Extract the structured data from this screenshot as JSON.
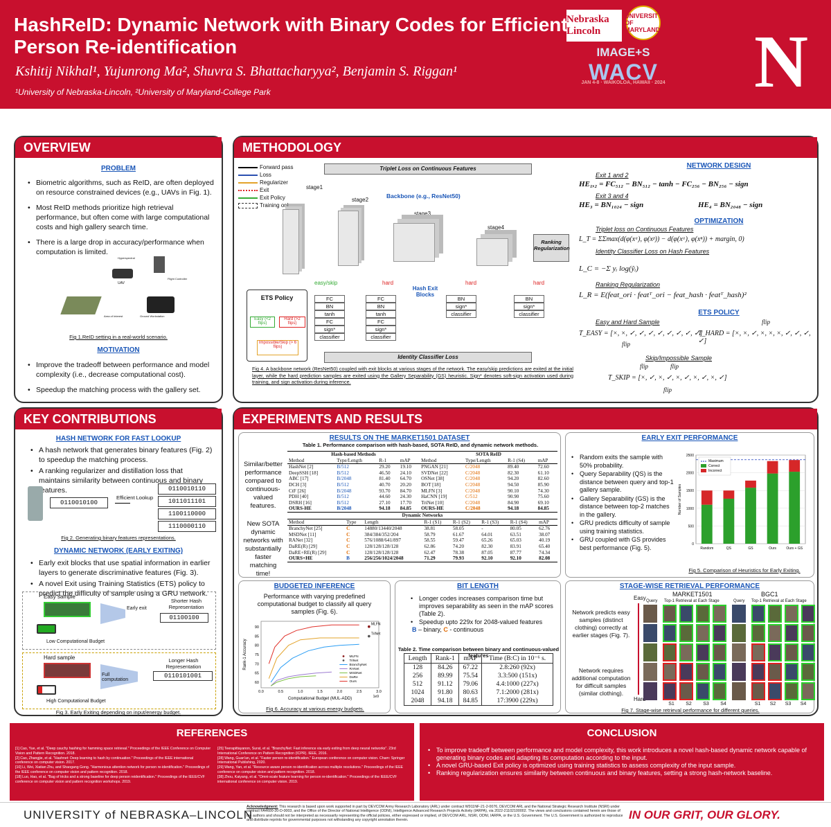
{
  "header": {
    "title": "HashReID: Dynamic Network with Binary Codes for Efficient Person Re-identification",
    "authors": "Kshitij Nikhal¹, Yujunrong Ma², Shuvra S. Bhattacharyya², Benjamin S. Riggan¹",
    "affiliations": "¹University of Nebraska-Lincoln, ²University of Maryland-College Park",
    "logo_neb": "Nebraska Lincoln",
    "logo_umd": "UNIVERSITY OF MARYLAND",
    "logo_image_s": "IMAGE+S",
    "logo_wacv": "WACV",
    "logo_wacv_sub": "JAN 4-8 · WAIKOLOA, HAWAII · 2024",
    "big_n": "N"
  },
  "overview": {
    "title": "OVERVIEW",
    "problem_head": "PROBLEM",
    "problem": [
      "Biometric algorithms, such as ReID, are often deployed on resource constrained devices (e.g., UAVs in Fig. 1).",
      "Most ReID methods prioritize high retrieval performance, but often come with large computational costs and high gallery search time.",
      "There is a large drop in accuracy/performance when computation is limited."
    ],
    "fig1_labels": [
      "Hyperspectral",
      "Flight Controller",
      "UAV",
      "Area of Interest",
      "Ground Workstation"
    ],
    "fig1_caption": "Fig 1.ReID setting in a real-world scenario.",
    "motivation_head": "MOTIVATION",
    "motivation": [
      "Improve the tradeoff between performance and model complexity (i.e., decrease computational cost).",
      "Speedup the matching process with the gallery set."
    ]
  },
  "contrib": {
    "title": "KEY CONTRIBUTIONS",
    "hash_head": "HASH NETWORK FOR FAST LOOKUP",
    "hash": [
      "A hash network that generates binary features (Fig. 2) to speedup the matching process.",
      "A ranking regularizer and distillation loss that maintains similarity between continuous and binary features."
    ],
    "query_code": "0110010100",
    "lookup": "Efficient Lookup",
    "gallery_codes": [
      "0110010110",
      "1011011101",
      "1100110000",
      "1110000110"
    ],
    "fig2_caption": "Fig 2. Generating binary features representations.",
    "dyn_head": "DYNAMIC NETWORK (EARLY EXITING)",
    "dyn": [
      "Early exit blocks that use spatial information in earlier layers to generate discriminative features (Fig. 3).",
      "A novel Exit using Training Statistics (ETS) policy to predict the difficulty of sample using a GRU network."
    ],
    "easy_sample": "Easy sample",
    "early_exit": "Early exit",
    "shorter": "Shorter Hash Representation",
    "short_code": "01100100",
    "low_budget": "Low Computational Budget",
    "hard_sample": "Hard sample",
    "full_comp": "Full computation",
    "longer": "Longer Hash Representation",
    "long_code": "0110101001",
    "high_budget": "High Computational Budget",
    "fig3_caption": "Fig 3. Early Exiting depending on input/energy budget."
  },
  "method": {
    "title": "METHODOLOGY",
    "legend": [
      "Forward pass",
      "Loss",
      "Regularizer",
      "Exit",
      "Exit Policy",
      "Training only"
    ],
    "triplet": "Triplet Loss on Continuous Features",
    "backbone": "Backbone (e.g., ResNet50)",
    "stages": [
      "stage1",
      "stage2",
      "stage3",
      "stage4"
    ],
    "ranking": "Ranking Regularization",
    "ets": "ETS Policy",
    "easy_flips": "Easy (<2 flips)",
    "hard_flips": "Hard (>2 flips)",
    "impossible": "Impossible/Skip (> 6 flips)",
    "easy_skip": "easy/skip",
    "hard": "hard",
    "hash_exit": "Hash Exit Blocks",
    "block1": [
      "FC",
      "BN",
      "tanh",
      "FC",
      "sign*",
      "classifier"
    ],
    "block3": [
      "BN",
      "sign*",
      "classifier"
    ],
    "identity": "Identity Classifier Loss",
    "fig4_caption": "Fig 4. A backbone network (ResNet50) coupled with exit blocks at various stages of the network. The easy/skip predictions are exited at the initial layer, while the hard prediction samples are exited using the Gallery Separability (GS) heuristic. Sign* denotes soft-sign activation used during training, and sign activation during inference.",
    "nd_head": "NETWORK DESIGN",
    "exit12": "Exit 1 and 2",
    "eq_he12": "HE₁,₂ = FC₅₁₂ − BN₅₁₂ − tanh − FC₂₅₆ − BN₂₅₆ − sign",
    "exit34": "Exit 3 and 4",
    "eq_he3": "HE₃ = BN₁₀₂₄ − sign",
    "eq_he4": "HE₄ = BN₂₀₄₈ − sign",
    "opt_head": "OPTIMIZATION",
    "trip_loss": "Triplet loss on Continuous Features",
    "eq_lt": "L_T = ΣΣmax(d(φ(xᵃ), φ(xᵖ)) − d(φ(xᵃ), φ(xⁿ)) + margin, 0)",
    "id_loss": "Identity Classifier Loss on Hash Features",
    "eq_lc": "L_C = −Σ yᵢ log(ŷᵢ)",
    "rank_reg": "Ranking Regularization",
    "eq_lr": "L_R = E(feat_ori · featᵀ_ori − feat_hash · featᵀ_hash)²",
    "ets_head": "ETS POLICY",
    "easy_hard": "Easy and Hard Sample",
    "eq_easy": "T_EASY = [×, ×, ✓, ✓, ✓, ✓, ✓, ✓, ✓, ✓]",
    "eq_hard": "T_HARD = [×, ×, ✓, ×, ×, ×, ✓, ✓, ✓, ✓]",
    "flip": "flip",
    "skip": "Skip/Impossible Sample",
    "eq_skip": "T_SKIP = [×, ✓, ×, ✓, ×, ✓, ×, ✓, ×, ✓]"
  },
  "exp": {
    "title": "EXPERIMENTS AND RESULTS",
    "m1501_head": "RESULTS ON THE MARKET1501 DATASET",
    "table1_caption": "Table 1. Performance comparison with hash-based, SOTA ReID, and dynamic network methods.",
    "side1": "Similar/better performance compared to continuous-valued features.",
    "side2": "New SOTA dynamic networks with substantially faster matching time!",
    "t1_groups": [
      "Hash-based Methods",
      "SOTA ReID"
    ],
    "t1_cols": [
      "Method",
      "Type/Length",
      "R-1",
      "mAP",
      "Method",
      "Type/Length",
      "R-1 (S4)",
      "mAP"
    ],
    "t1_rows": [
      [
        "HashNet [2]",
        "B/512",
        "29.20",
        "19.10",
        "PNGAN [21]",
        "C/2048",
        "89.40",
        "72.60"
      ],
      [
        "DeepSSH [18]",
        "B/512",
        "46.50",
        "24.10",
        "SVDNet [22]",
        "C/2048",
        "82.30",
        "61.10"
      ],
      [
        "ABC [17]",
        "B/2048",
        "81.40",
        "64.70",
        "OSNet [38]",
        "C/2048",
        "94.20",
        "82.60"
      ],
      [
        "DCH [3]",
        "B/512",
        "40.70",
        "20.20",
        "BOT [18]",
        "C/2048",
        "94.50",
        "85.90"
      ],
      [
        "CtF [26]",
        "B/2048",
        "93.70",
        "84.70",
        "MLFN [3]",
        "C/2048",
        "90.10",
        "74.30"
      ],
      [
        "PDH [40]",
        "B/512",
        "44.60",
        "24.30",
        "HaCNN [19]",
        "C/512",
        "90.90",
        "75.60"
      ],
      [
        "DSRH [16]",
        "B/512",
        "27.10",
        "17.70",
        "TriNet [10]",
        "C/2048",
        "84.90",
        "69.10"
      ],
      [
        "OURS-HE",
        "B/2048",
        "94.18",
        "84.85",
        "OURS-HE",
        "C/2048",
        "94.18",
        "84.85"
      ]
    ],
    "t1_dyn": "Dynamic Networks",
    "t2_cols": [
      "Method",
      "Type",
      "Length",
      "R-1 (S1)",
      "R-1 (S2)",
      "R-1 (S3)",
      "R-1 (S4)",
      "mAP"
    ],
    "t2_rows": [
      [
        "BranchyNet [25]",
        "C",
        "14880/13440/2048",
        "38.81",
        "58.05",
        "-",
        "80.05",
        "62.76"
      ],
      [
        "MSDNet [11]",
        "C",
        "384/384/352/204",
        "58.79",
        "61.67",
        "64.01",
        "63.51",
        "38.07"
      ],
      [
        "RANet [32]",
        "C",
        "576/1088/641/897",
        "58.55",
        "59.47",
        "65.26",
        "65.03",
        "40.19"
      ],
      [
        "DaRE(R) [29]",
        "C",
        "128/128/128/128",
        "62.86",
        "74.20",
        "82.30",
        "83.91",
        "65.40"
      ],
      [
        "DaRE+RE(R) [29]",
        "C",
        "128/128/128/128",
        "62.47",
        "78.38",
        "87.05",
        "87.77",
        "74.34"
      ],
      [
        "OURS+HE",
        "B",
        "256/256/1024/2048",
        "71.29",
        "79.93",
        "92.10",
        "92.10",
        "82.08"
      ]
    ],
    "ee_head": "EARLY EXIT PERFORMANCE",
    "ee_bullets": [
      "Random exits the sample with 50% probability.",
      "Query Separability (QS) is the distance between query and top-1 gallery sample.",
      "Gallery Separability (GS) is the distance between top-2 matches in the gallery.",
      "GRU predicts difficulty of sample using training statistics.",
      "GRU coupled with GS provides best performance (Fig. 5)."
    ],
    "fig5_caption": "Fig 5. Comparison of Heuristics for Early Exiting.",
    "bi_head": "BUDGETED INFERENCE",
    "bi_text": "Performance with varying predefined computational budget to classify all query samples (Fig. 6).",
    "fig6_caption": "Fig 6. Accuracy at various energy budgets.",
    "bl_head": "BIT LENGTH",
    "bl_bullets": [
      "Longer codes increases comparison time but improves separability as seen in the mAP scores (Table 2).",
      "Speedup upto 229x for 2048-valued features"
    ],
    "bl_legend_b": "B",
    "bl_legend_bt": " – binary, ",
    "bl_legend_c": "C",
    "bl_legend_ct": " - continuous",
    "table2_caption": "Table 2. Time comparison between binary and continuous-valued features",
    "t3_cols": [
      "Length",
      "Rank-1",
      "mAP",
      "Time (B:C) in 10⁻⁶ s."
    ],
    "t3_rows": [
      [
        "128",
        "84.26",
        "67.22",
        "2.8:260 (92x)"
      ],
      [
        "256",
        "89.99",
        "75.54",
        "3.3:500 (151x)"
      ],
      [
        "512",
        "91.12",
        "79.06",
        "4.4:1000 (227x)"
      ],
      [
        "1024",
        "91.80",
        "80.63",
        "7.1:2000 (281x)"
      ],
      [
        "2048",
        "94.18",
        "84.85",
        "17:3900 (229x)"
      ]
    ],
    "sw_head": "STAGE-WISE RETRIEVAL PERFORMANCE",
    "sw_easy": "Network predicts easy samples (distinct clothing) correctly at earlier stages (Fig. 7).",
    "sw_hard": "Network requires additional computation for difficult samples (similar clothing).",
    "sw_easy_lbl": "Easy",
    "sw_hard_lbl": "Hard",
    "sw_cols": [
      "MARKET1501",
      "BGC1"
    ],
    "sw_query": "Query",
    "sw_top": "Top-1 Retrieval at Each Stage",
    "sw_stages": [
      "S1",
      "S2",
      "S3",
      "S4"
    ],
    "fig7_caption": "Fig 7. Stage-wise retrieval performance for different queries."
  },
  "refs": {
    "title": "REFERENCES",
    "left": [
      "[1] Cao, Yue, et al. \"Deep cauchy hashing for hamming space retrieval.\" Proceedings of the IEEE Conference on Computer Vision and Pattern Recognition. 2018.",
      "[2] Cao, Zhangjie, et al. \"Hashnet: Deep learning to hash by continuation.\" Proceedings of the IEEE international conference on computer vision. 2017.",
      "[10] Li, Wei, Xiatian Zhu, and Shaogang Gong. \"Harmonious attention network for person re-identification.\" Proceedings of the IEEE conference on computer vision and pattern recognition. 2018.",
      "[18] Luo, Hao, et al. \"Bag of tricks and a strong baseline for deep person reidentification.\" Proceedings of the IEEE/CVF conference on computer vision and pattern recognition workshops. 2019."
    ],
    "right": [
      "[25] Teerapittayanon, Surat, et al. \"BranchyNet: Fast inference via early exiting from deep neural networks\". 23rd International Conference on Pattern Recognition (ICPR). IEEE, 2016.",
      "[28] Wang, Guan'an, et al. \"Faster person re-identification.\" European conference on computer vision. Cham: Springer International Publishing, 2020.",
      "[29] Wang, Yan, et al. \"Resource aware person re-identification across multiple resolutions.\" Proceedings of the IEEE conference on computer vision and pattern recognition. 2018.",
      "[38] Zhou, Kaiyang, et al. \"Omni-scale feature learning for person re-identification.\" Proceedings of the IEEE/CVF international conference on computer vision. 2019."
    ]
  },
  "concl": {
    "title": "CONCLUSION",
    "bullets": [
      "To improve tradeoff between performance and model complexity, this work introduces a novel hash-based dynamic network capable of generating binary codes and adapting its computation according to the input.",
      "A novel GRU-based Exit policy is optimized using training statistics to assess complexity of the input sample.",
      "Ranking regularization ensures similarity between continuous and binary features, setting a strong hash-network baseline."
    ],
    "ack_label": "Acknowledgment:",
    "ack": " This research is based upon work supported in part by DEVCOM Army Research Laboratory (ARL) under contract W911NF-21-2-0076, DEVCOM ARL and the National Strategic Research Institute (NSRI) under contract FA4600-20-D-0003, and the Office of the Director of National Intelligence (ODNI), Intelligence Advanced Research Projects Activity (IARPA), via 2022-21102100002. The views and conclusions contained herein are those of the authors and should not be interpreted as necessarily representing the official policies, either expressed or implied, of DEVCOM ARL, NSRI, ODNI, IARPA, or the U.S. Government. The U.S. Government is authorized to reproduce and distribute reprints for governmental purposes not withstanding any copyright annotation therein."
  },
  "footer": {
    "unl": "UNIVERSITY of NEBRASKA–LINCOLN",
    "slogan": "IN OUR GRIT, OUR GLORY."
  },
  "chart_data": [
    {
      "type": "bar",
      "title": "",
      "categories": [
        "Random",
        "QS",
        "GS",
        "Ours",
        "Ours + GS"
      ],
      "series": [
        {
          "name": "Maximum",
          "values": [
            2368,
            2368,
            2368,
            2368,
            2368
          ]
        },
        {
          "name": "Correct",
          "values": [
            1100,
            1270,
            1580,
            1980,
            2030
          ]
        },
        {
          "name": "Incorrect",
          "values": [
            400,
            230,
            200,
            350,
            330
          ]
        }
      ],
      "ylabel": "Number of Samples",
      "ylim": [
        0,
        2500
      ],
      "yticks": [
        0,
        500,
        1000,
        1500,
        2000,
        2500
      ]
    },
    {
      "type": "line",
      "xlabel": "Computational Budget (MUL-ADD)",
      "ylabel": "Rank-1 Accuracy",
      "xlim": [
        0.0,
        3.0
      ],
      "ylim": [
        57,
        93
      ],
      "xticks": [
        "0.0",
        "0.5",
        "1.0",
        "1.5",
        "2.0",
        "2.5",
        "3.0"
      ],
      "yticks": [
        60,
        65,
        70,
        75,
        80,
        85,
        90
      ],
      "x_exp": "1e9",
      "points": [
        {
          "name": "MLFN",
          "x": 2.75,
          "y": 90.1,
          "color": "#8b1a1a"
        },
        {
          "name": "TriNet",
          "x": 2.75,
          "y": 84.9,
          "color": "#555555"
        }
      ],
      "series": [
        {
          "name": "BranchyNet",
          "color": "#2a9df4",
          "x": [
            0.25,
            0.5,
            0.8,
            1.2,
            1.6,
            2.0,
            2.5
          ],
          "y": [
            60,
            68,
            73,
            77,
            79,
            80,
            80.5
          ]
        },
        {
          "name": "RANet",
          "color": "#9c7bd1",
          "x": [
            0.25,
            0.4,
            0.7,
            1.0,
            1.4,
            1.8
          ],
          "y": [
            58,
            61,
            63,
            64,
            65,
            65.5
          ]
        },
        {
          "name": "MSDNet",
          "color": "#7cc142",
          "x": [
            0.25,
            0.4,
            0.7,
            1.0,
            1.4
          ],
          "y": [
            58,
            60,
            62,
            63,
            63.5
          ]
        },
        {
          "name": "DaRe",
          "color": "#e3a32a",
          "x": [
            0.2,
            0.4,
            0.7,
            1.0,
            1.5,
            2.0,
            2.5
          ],
          "y": [
            62,
            73,
            80,
            83,
            84,
            84,
            84
          ]
        },
        {
          "name": "Ours",
          "color": "#e0312a",
          "x": [
            0.2,
            0.35,
            0.6,
            0.9,
            1.3,
            1.8,
            2.5
          ],
          "y": [
            70,
            79,
            85,
            88,
            90,
            91,
            91
          ]
        }
      ]
    }
  ]
}
